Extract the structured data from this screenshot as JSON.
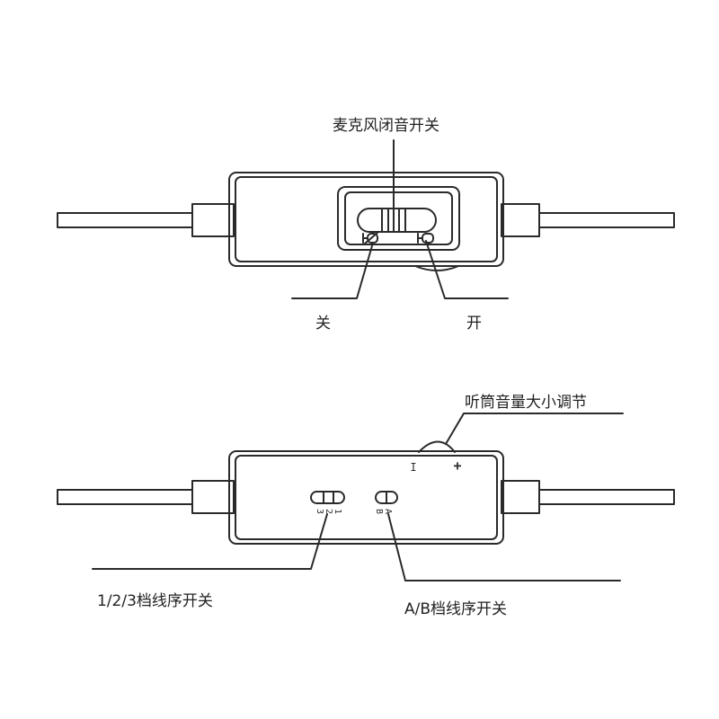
{
  "top_device": {
    "mic_mute_switch_label": "麦克风闭音开关",
    "off_label": "关",
    "on_label": "开"
  },
  "bottom_device": {
    "volume_label": "听筒音量大小调节",
    "volume_minus": "I",
    "volume_plus": "+",
    "line_order_123_label": "1/2/3档线序开关",
    "line_order_ab_label": "A/B档线序开关",
    "switch_123_marks": [
      "1",
      "2",
      "3"
    ],
    "switch_ab_marks": [
      "A",
      "B"
    ]
  }
}
